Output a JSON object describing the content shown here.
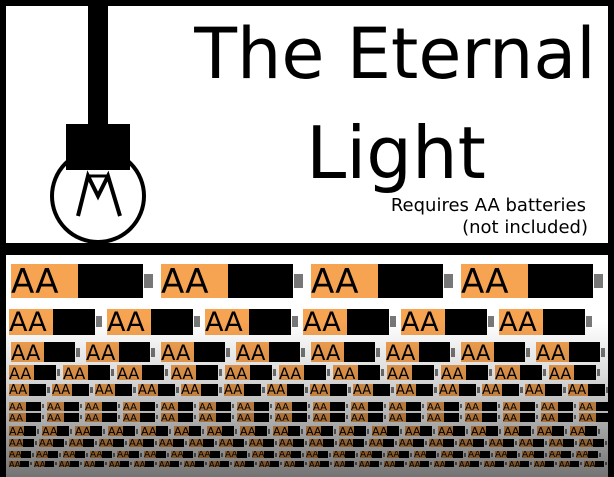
{
  "title": {
    "line1": "The Eternal",
    "line2": "Light"
  },
  "note": {
    "line1": "Requires AA batteries",
    "line2": "(not included)"
  },
  "battery_label": "AA",
  "colors": {
    "battery_label_bg": "#f6a352",
    "battery_body": "#000000",
    "battery_nub": "#777777",
    "panel": "#ffffff",
    "frame": "#000000"
  },
  "icons": {
    "bulb": "light-bulb-icon"
  }
}
